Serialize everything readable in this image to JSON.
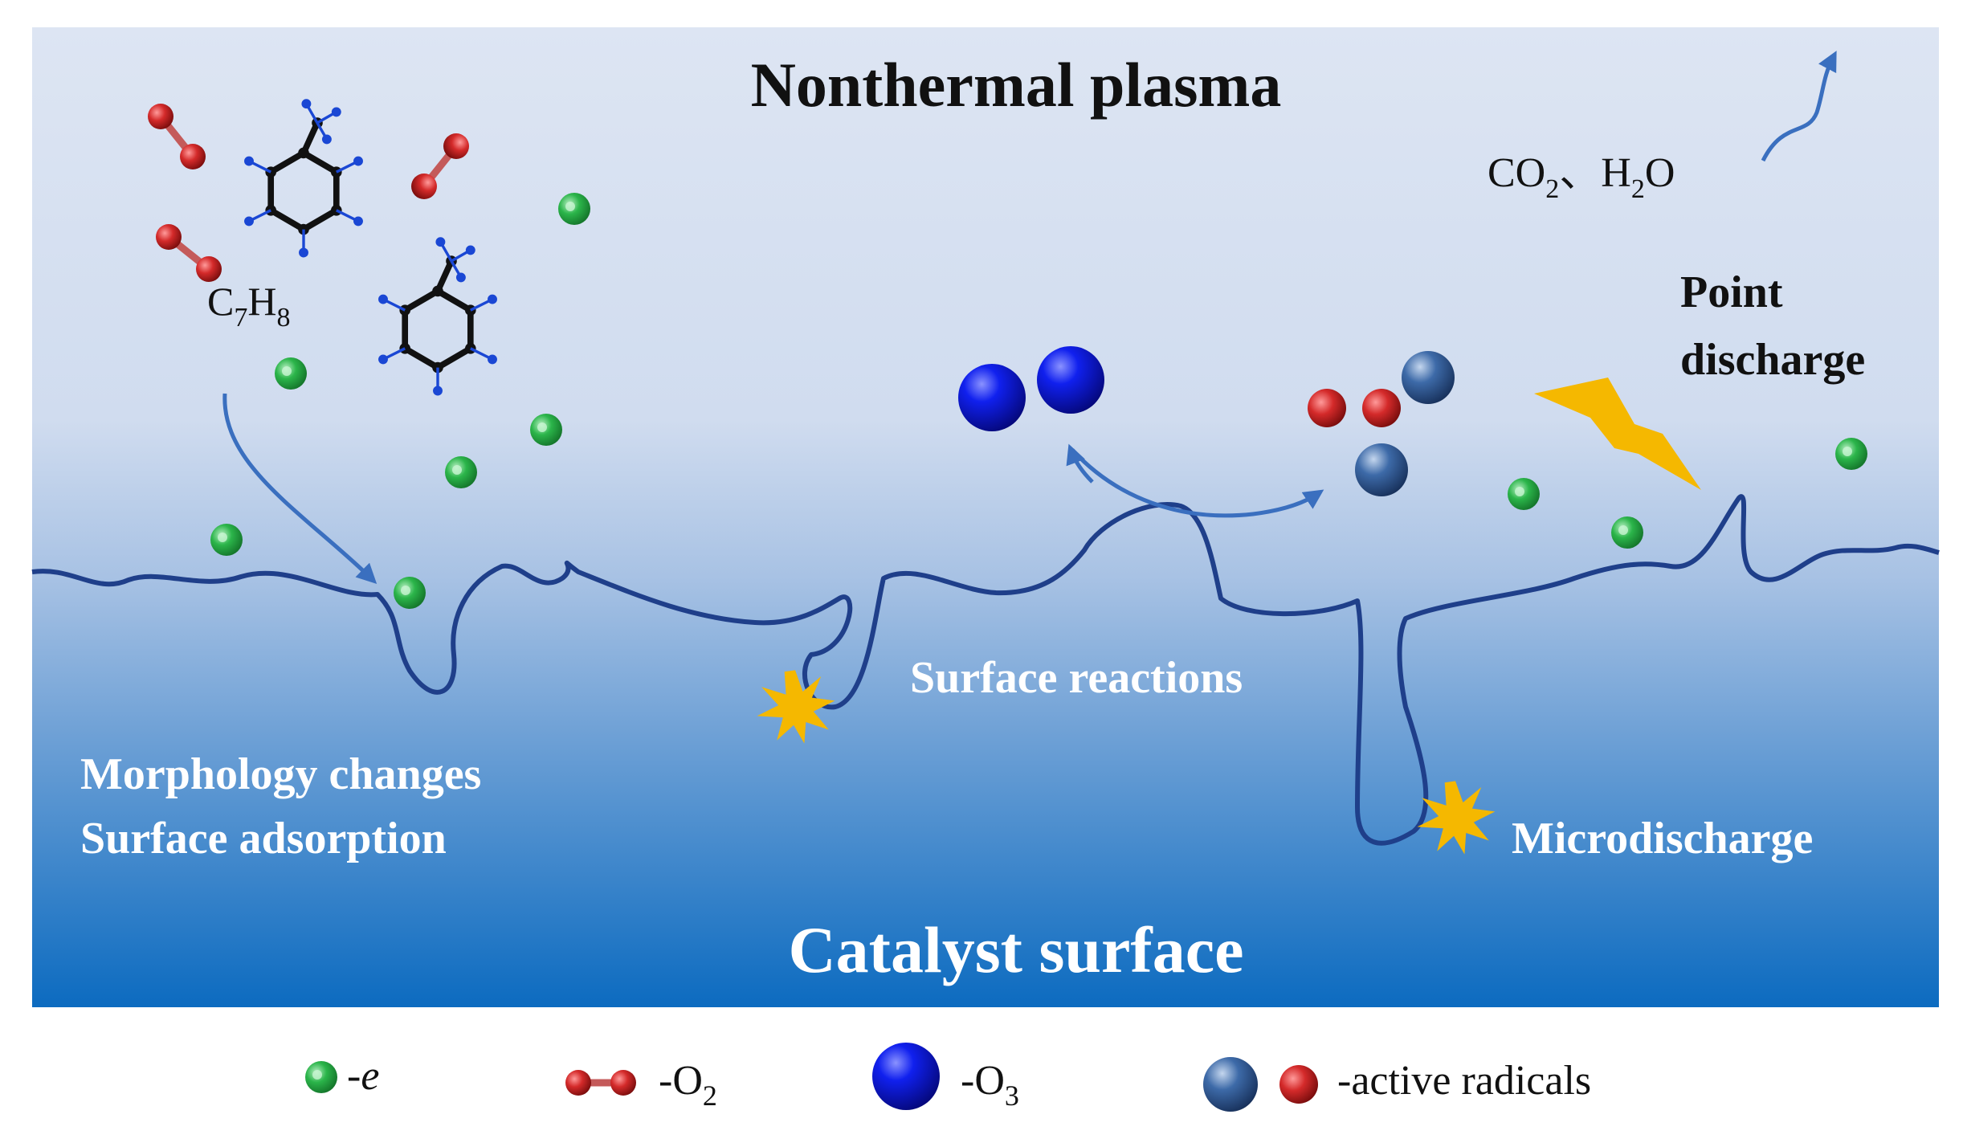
{
  "title": "Nonthermal plasma",
  "bottom_title": "Catalyst surface",
  "labels": {
    "toluene": {
      "main": "C",
      "sub1": "7",
      "mid": "H",
      "sub2": "8"
    },
    "products": {
      "co": "CO",
      "co_sub": "2",
      "sep": "、",
      "h": "H",
      "h_sub": "2",
      "o": "O"
    },
    "point_discharge_1": "Point",
    "point_discharge_2": "discharge",
    "surface_reactions": "Surface reactions",
    "morphology": "Morphology changes",
    "adsorption": "Surface adsorption",
    "microdischarge": "Microdischarge"
  },
  "legend": {
    "electron": "-e",
    "o2_prefix": "-O",
    "o2_sub": "2",
    "o3_prefix": "-O",
    "o3_sub": "3",
    "radicals": "-active radicals"
  },
  "colors": {
    "electron": "#2bb54a",
    "oxygen_atom": "#d42a2a",
    "ozone": "#0a17e0",
    "radical_blue": "#3d6aa8",
    "surface_line": "#1f3f8a",
    "spark": "#f5b800",
    "bg_top": "#dde5f3",
    "bg_bottom": "#0d6cc0"
  },
  "icons": [
    "electron-icon",
    "oxygen-molecule-icon",
    "ozone-icon",
    "active-radical-icon",
    "toluene-molecule-icon",
    "lightning-bolt-icon",
    "spark-icon",
    "arrow-icon"
  ]
}
